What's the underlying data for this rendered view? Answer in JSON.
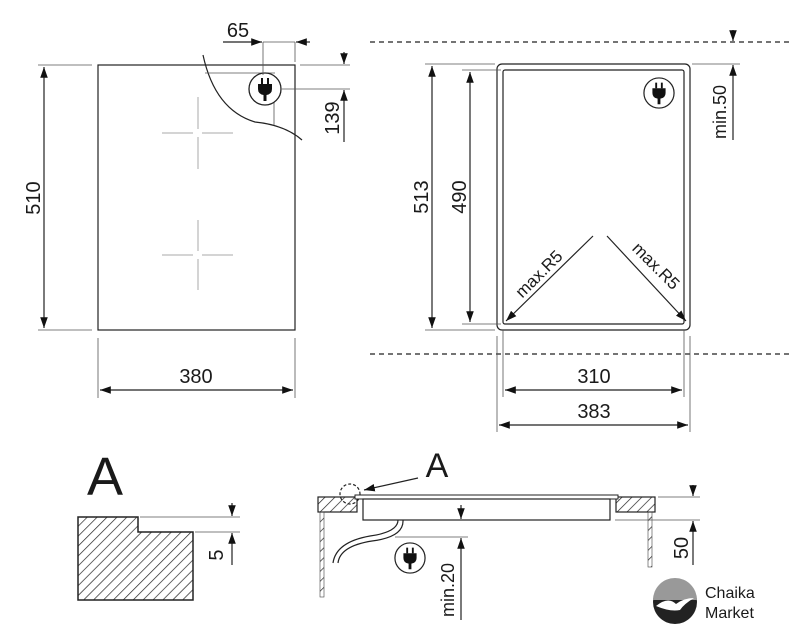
{
  "top_view": {
    "width": "380",
    "depth": "510",
    "plug_offset_x": "65",
    "plug_offset_y": "139"
  },
  "cutout_view": {
    "outer_depth": "513",
    "inner_depth": "490",
    "inner_width": "310",
    "outer_width": "383",
    "front_clearance": "min.50",
    "radius_left": "max.R5",
    "radius_right": "max.R5"
  },
  "detail_a": {
    "label": "A",
    "step": "5"
  },
  "section_view": {
    "detail_label": "A",
    "below_clearance": "min.20",
    "thickness": "50"
  },
  "logo": {
    "line1": "Chaika",
    "line2": "Market"
  }
}
